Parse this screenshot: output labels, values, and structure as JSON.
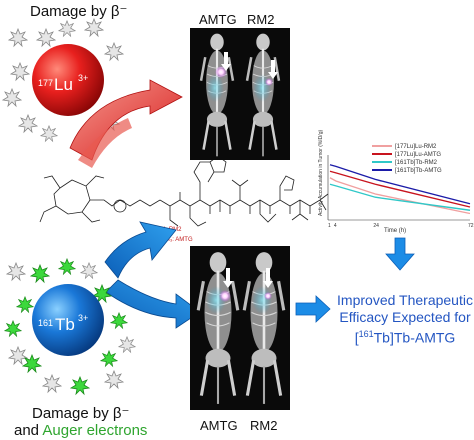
{
  "captions": {
    "top": "Damage by β⁻",
    "bottom_line1": "Damage by β⁻",
    "bottom_line2_prefix": "and ",
    "bottom_line2_green": "Auger electrons"
  },
  "nuclides": {
    "lu": {
      "mass": "177",
      "symbol": "Lu",
      "charge": "3+",
      "color": "#e0191c"
    },
    "tb": {
      "mass": "161",
      "symbol": "Tb",
      "charge": "3+",
      "color": "#1a6fd1"
    }
  },
  "scan_labels": {
    "top_left": "AMTG",
    "top_right": "RM2",
    "bottom_left": "AMTG",
    "bottom_right": "RM2"
  },
  "structure_labels": {
    "r1": "R = H:    RM2",
    "r2": "R = CH₃: AMTG"
  },
  "conclusion": {
    "line1": "Improved Therapeutic",
    "line2": "Efficacy Expected for",
    "line3": "[",
    "line3_mass": "161",
    "line3_rest": "Tb]Tb-AMTG"
  },
  "chart_data": {
    "type": "line",
    "xlabel": "Time (h)",
    "ylabel": "Activity Accumulation in Tumor (%ID/g)",
    "x_ticks": [
      "1",
      "4",
      "24",
      "72"
    ],
    "xlim": [
      0,
      72
    ],
    "ylim": [
      0,
      20
    ],
    "series": [
      {
        "name": "[177Lu]Lu-RM2",
        "color": "#f0a0a0",
        "x": [
          1,
          4,
          24,
          72
        ],
        "y": [
          13,
          12,
          8,
          2
        ]
      },
      {
        "name": "[177Lu]Lu-AMTG",
        "color": "#c8141e",
        "x": [
          1,
          4,
          24,
          72
        ],
        "y": [
          15,
          14.5,
          11,
          4
        ]
      },
      {
        "name": "[161Tb]Tb-RM2",
        "color": "#30c8c8",
        "x": [
          1,
          4,
          24,
          72
        ],
        "y": [
          11,
          10.5,
          7,
          3
        ]
      },
      {
        "name": "[161Tb]Tb-AMTG",
        "color": "#1c1ca8",
        "x": [
          1,
          4,
          24,
          72
        ],
        "y": [
          17,
          16.5,
          12.5,
          5
        ]
      }
    ]
  }
}
